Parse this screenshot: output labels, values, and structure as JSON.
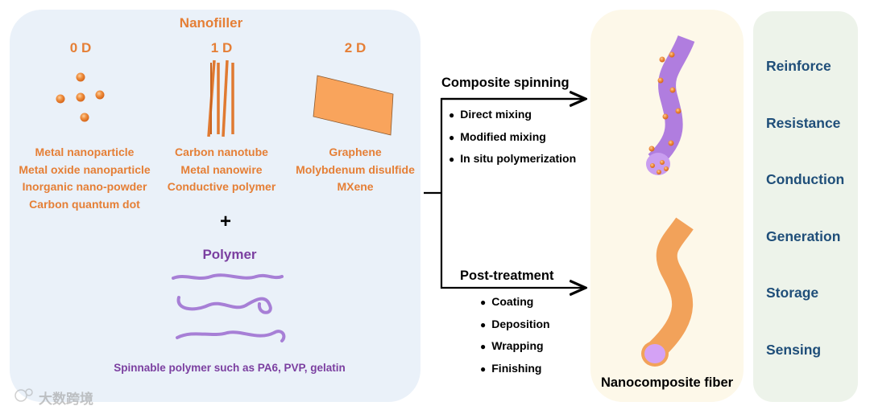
{
  "nanofiller": {
    "title": "Nanofiller",
    "columns": [
      {
        "label": "0 D",
        "items": [
          "Metal nanoparticle",
          "Metal oxide nanoparticle",
          "Inorganic nano-powder",
          "Carbon quantum dot"
        ]
      },
      {
        "label": "1 D",
        "items": [
          "Carbon nanotube",
          "Metal nanowire",
          "Conductive polymer"
        ]
      },
      {
        "label": "2 D",
        "items": [
          "Graphene",
          "Molybdenum disulfide",
          "MXene"
        ]
      }
    ]
  },
  "plus": "+",
  "polymer": {
    "title": "Polymer",
    "caption": "Spinnable polymer such as PA6, PVP, gelatin"
  },
  "routes": [
    {
      "title": "Composite spinning",
      "items": [
        "Direct mixing",
        "Modified mixing",
        "In situ polymerization"
      ]
    },
    {
      "title": "Post-treatment",
      "items": [
        "Coating",
        "Deposition",
        "Wrapping",
        "Finishing"
      ]
    }
  ],
  "fiber_label": "Nanocomposite fiber",
  "applications": [
    "Reinforce",
    "Resistance",
    "Conduction",
    "Generation",
    "Storage",
    "Sensing"
  ],
  "watermark": "大数跨境",
  "colors": {
    "orange": "#e57f36",
    "purple": "#7b3fa0",
    "navy": "#1f4e79",
    "left_panel": "#eaf1f9",
    "mid_panel": "#fdf8e9",
    "right_panel": "#edf3ea"
  }
}
